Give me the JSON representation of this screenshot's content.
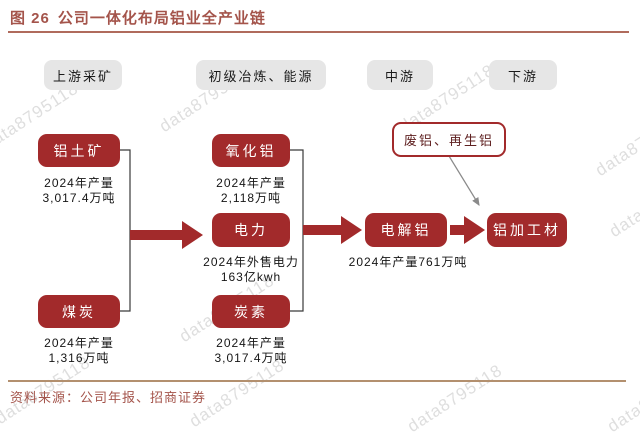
{
  "figure": {
    "number": "图 26",
    "title": "公司一体化布局铝业全产业链"
  },
  "stages": [
    {
      "label": "上游采矿"
    },
    {
      "label": "初级冶炼、能源"
    },
    {
      "label": "中游"
    },
    {
      "label": "下游"
    }
  ],
  "nodes": {
    "bauxite": {
      "label": "铝土矿",
      "caption": [
        "2024年产量",
        "3,017.4万吨"
      ]
    },
    "coal": {
      "label": "煤炭",
      "caption": [
        "2024年产量",
        "1,316万吨"
      ]
    },
    "alumina": {
      "label": "氧化铝",
      "caption": [
        "2024年产量",
        "2,118万吨"
      ]
    },
    "power": {
      "label": "电力",
      "caption": [
        "2024年外售电力",
        "163亿kwh"
      ]
    },
    "carbon": {
      "label": "炭素",
      "caption": [
        "2024年产量",
        "3,017.4万吨"
      ]
    },
    "electrolytic_aluminum": {
      "label": "电解铝",
      "caption": [
        "2024年产量761万吨"
      ]
    },
    "aluminum_products": {
      "label": "铝加工材"
    },
    "scrap_recycled": {
      "label": "废铝、再生铝"
    }
  },
  "source": {
    "text": "资料来源：公司年报、招商证券"
  },
  "watermark": {
    "text": "data8795118"
  },
  "colors": {
    "node_red": "#A22A2B",
    "title_red": "#A4544B",
    "rule_top": "#B06B5C",
    "rule_bottom": "#B3906F",
    "header_gray": "#E6E6E6",
    "bracket_line": "#3a3a3a",
    "gray_arrow": "#8a8a8a"
  }
}
